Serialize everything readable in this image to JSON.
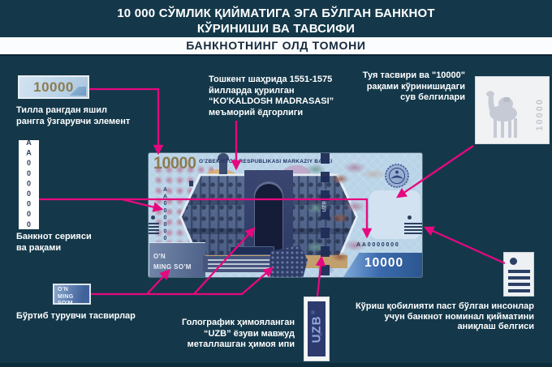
{
  "colors": {
    "background": "#14384a",
    "accent_magenta": "#e6087e",
    "band_background": "#fbfcfd",
    "band_text": "#16293c",
    "note_base": "#b9d3e7",
    "gold_numeral": "#8e7c50"
  },
  "header": {
    "title_line1": "10 000 СЎМЛИК ҚИЙМАТИГА ЭГА БЎЛГАН БАНКНОТ",
    "title_line2": "КЎРИНИШИ ВА ТАВСИФИ",
    "band": "БАНКНОТНИНГ ОЛД ТОМОНИ"
  },
  "callouts": {
    "color_shift": {
      "sample": "10000",
      "lines": [
        "Тилла рангдан яшил",
        "рангга ўзгарувчи элемент"
      ]
    },
    "madrasah": {
      "lines": [
        "Тошкент шаҳрида 1551-1575",
        "йилларда қурилган",
        "“KO'KALDOSH MADRASASI”",
        "меъморий ёдгорлиги"
      ]
    },
    "watermark": {
      "lines": [
        "Туя тасвири ва \"10000\"",
        "рақами кўринишидаги",
        "сув белгилари"
      ],
      "number": "10000",
      "camel_icon": "camel-watermark"
    },
    "serial": {
      "value": "AA0000000",
      "lines": [
        "Банкнот серияси",
        "ва рақами"
      ]
    },
    "embossed": {
      "sample_line1": "O'N",
      "sample_line2": "MING SO'M",
      "label": "Бўртиб турувчи тасвирлар"
    },
    "hologram": {
      "lines": [
        "Голографик ҳимояланган",
        "“UZB” ёзуви мавжуд",
        "металлашган ҳимоя ипи"
      ],
      "strip": "UZB"
    },
    "accessibility": {
      "lines": [
        "Кўриш қобилияти паст бўлган инсонлар",
        "учун банкнот номинал қийматини",
        "аниқлаш белгиси"
      ]
    }
  },
  "banknote": {
    "bank_name": "O'ZBEKISTON RESPUBLIKASI MARKAZIY BANKI",
    "value_top_left": "10000",
    "serial_vertical": "AA0000000",
    "serial_horizontal": "AA0000000",
    "words_line1": "O'N",
    "words_line2": "MING SO'M",
    "value_bottom_right": "10000",
    "thread_text": "UZB"
  }
}
